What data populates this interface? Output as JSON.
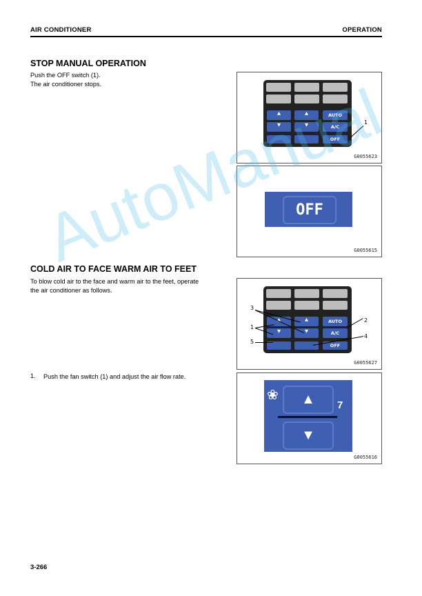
{
  "header": {
    "left": "AIR CONDITIONER",
    "right": "OPERATION"
  },
  "section1": {
    "title": "STOP MANUAL OPERATION",
    "lines": [
      "Push the OFF switch (1).",
      "The air conditioner stops."
    ]
  },
  "fig1": {
    "code": "G0055623",
    "buttons": {
      "auto": "AUTO",
      "ac": "A/C",
      "off": "OFF",
      "up": "▲",
      "down": "▼"
    },
    "callout": "1"
  },
  "fig2": {
    "code": "G0055615",
    "off_label": "OFF"
  },
  "section2": {
    "title": "COLD AIR TO FACE WARM AIR TO FEET",
    "lines": [
      "To blow cold air to the face and warm air to the feet, operate",
      "the air conditioner as follows."
    ]
  },
  "fig3": {
    "code": "G0055627",
    "callouts": {
      "c1": "1",
      "c2": "2",
      "c3": "3",
      "c4": "4",
      "c5": "5"
    },
    "buttons": {
      "auto": "AUTO",
      "ac": "A/C",
      "off": "OFF",
      "up": "▲",
      "down": "▼"
    }
  },
  "step1": {
    "number": "1.",
    "text": "Push the fan switch (1) and adjust the air flow rate."
  },
  "fig4": {
    "code": "G0055616",
    "level": "7",
    "up": "▲",
    "down": "▼",
    "fan_icon": "❀"
  },
  "watermark": "AutoManual",
  "footer": {
    "page": "3-266"
  }
}
